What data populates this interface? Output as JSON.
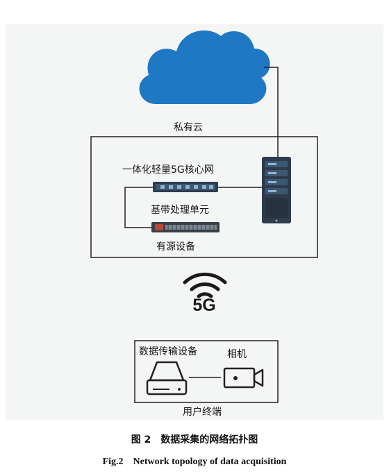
{
  "colors": {
    "cloud": "#1f78c4",
    "device_dark": "#2d3b4c",
    "device_light": "#8fb6d6",
    "line": "#222222"
  },
  "labels": {
    "private_cloud": "私有云",
    "core_network": "一体化轻量5G核心网",
    "baseband_unit": "基带处理单元",
    "active_equipment": "有源设备",
    "wireless": "5G",
    "data_transfer_device": "数据传输设备",
    "camera": "相机",
    "user_terminal": "用户终端"
  },
  "caption": {
    "chinese": "图 2　数据采集的网络拓扑图",
    "english": "Fig.2　Network topology of data acquisition"
  },
  "icons": [
    "cloud-icon",
    "server-icon",
    "switch-icon",
    "patch-panel-icon",
    "wifi-icon",
    "storage-drive-icon",
    "camera-icon"
  ]
}
